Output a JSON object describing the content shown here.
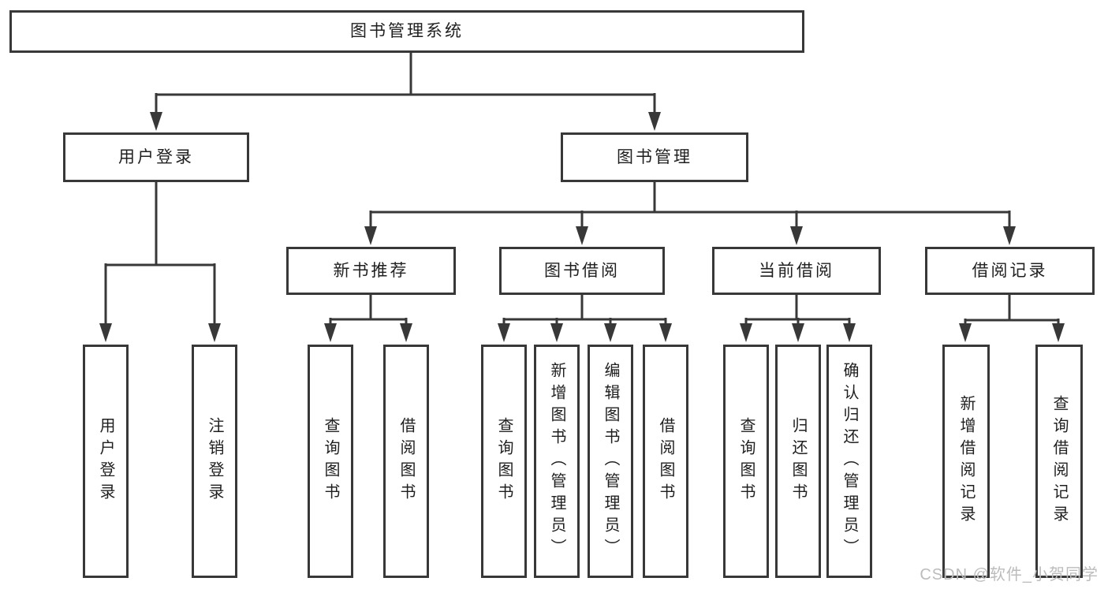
{
  "diagram": {
    "root": {
      "label": "图书管理系统"
    },
    "branches": [
      {
        "label": "用户登录",
        "children": [
          {
            "label": "用户登录"
          },
          {
            "label": "注销登录"
          }
        ]
      },
      {
        "label": "图书管理",
        "children": [
          {
            "label": "新书推荐",
            "children": [
              {
                "label": "查询图书"
              },
              {
                "label": "借阅图书"
              }
            ]
          },
          {
            "label": "图书借阅",
            "children": [
              {
                "label": "查询图书"
              },
              {
                "label": "新增图书（管理员）"
              },
              {
                "label": "编辑图书（管理员）"
              },
              {
                "label": "借阅图书"
              }
            ]
          },
          {
            "label": "当前借阅",
            "children": [
              {
                "label": "查询图书"
              },
              {
                "label": "归还图书"
              },
              {
                "label": "确认归还（管理员）"
              }
            ]
          },
          {
            "label": "借阅记录",
            "children": [
              {
                "label": "新增借阅记录"
              },
              {
                "label": "查询借阅记录"
              }
            ]
          }
        ]
      }
    ]
  },
  "watermark": {
    "text": "CSDN @软件_小贺同学"
  },
  "colors": {
    "line": "#383838",
    "box_border": "#383838",
    "box_fill": "#ffffff",
    "text": "#1f1f1f",
    "watermark": "#bcbcbc",
    "background": "#ffffff"
  }
}
